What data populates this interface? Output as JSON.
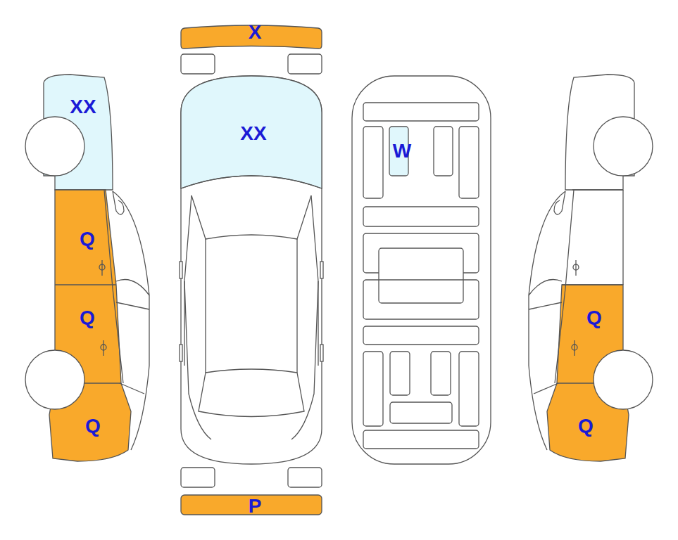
{
  "diagram": {
    "labels": [
      "X",
      "XX",
      "XX",
      "W",
      "Q",
      "Q",
      "Q",
      "Q",
      "Q",
      "P"
    ]
  }
}
